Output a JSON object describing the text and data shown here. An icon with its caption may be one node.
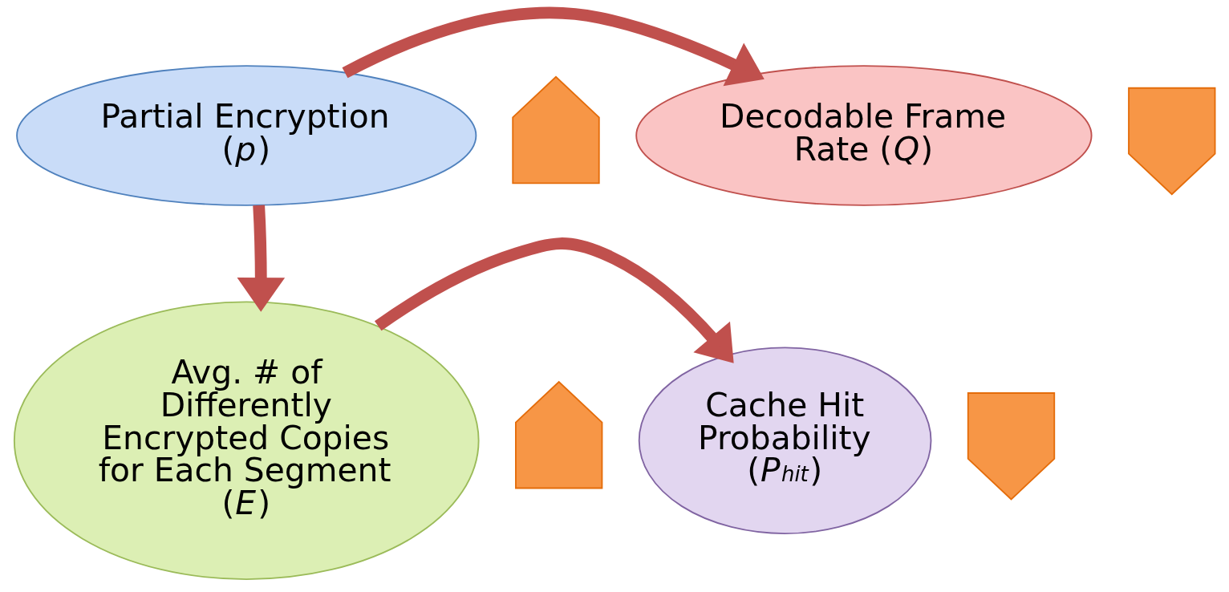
{
  "diagram": {
    "nodes": [
      {
        "text": [
          "Partial Encryption (*p*)"
        ]
      },
      {
        "text": [],
        "shape": "arrow"
      },
      {
        "text": [
          "Decodable Frame Rate (*Q*)"
        ]
      },
      {
        "text": [],
        "shape": "arrow"
      },
      {
        "text": [
          "Avg. # of Differently Encrypted Copies for Each Segment (*E*)"
        ]
      },
      {
        "text": [],
        "shape": "arrow"
      },
      {
        "text": [
          "Cache Hit Probability (*P*$^{hit}$)"
        ]
      },
      {
        "text": [],
        "shape": "arrow"
      }
    ],
    "edges": [
      {
        "from": 0,
        "to": 2,
        "arrow": "to"
      },
      {
        "from": 0,
        "to": 4,
        "arrow": "to"
      },
      {
        "from": 4,
        "to": 6,
        "arrow": "to"
      }
    ]
  }
}
